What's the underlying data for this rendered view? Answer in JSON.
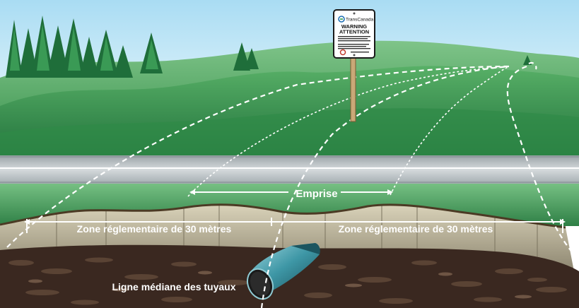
{
  "sign": {
    "brand": "TransCanada",
    "line1": "WARNING",
    "line2": "ATTENTION"
  },
  "labels": {
    "emprise": "Emprise",
    "zone_left": "Zone réglementaire de 30 mètres",
    "zone_right": "Zone réglementaire de 30 mètres",
    "pipe_centerline": "Ligne médiane des tuyaux"
  },
  "colors": {
    "sky": "#bfe6f7",
    "hills": "#3c9a52",
    "road": "#c9cfd2",
    "soil": "#3a2820",
    "pipe": "#3e97a6"
  }
}
